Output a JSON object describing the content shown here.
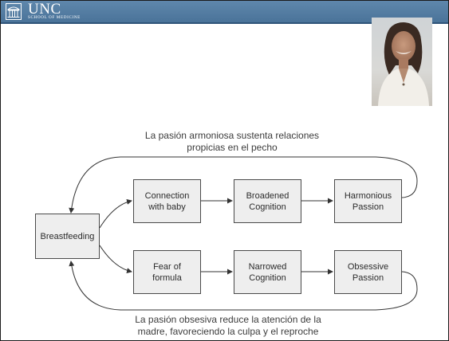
{
  "header": {
    "logo_text": "UNC",
    "subtitle": "SCHOOL OF MEDICINE",
    "logo_icon": "old-well-icon"
  },
  "photo": {
    "description_icon": "presenter-photo"
  },
  "colors": {
    "header": "#4a7399",
    "box_fill": "#eeeeee",
    "box_border": "#4a4a4a",
    "arrow": "#333333"
  },
  "captions": {
    "top": [
      "La pasión armoniosa sustenta relaciones",
      "propicias en el pecho"
    ],
    "bottom": [
      "La pasión obsesiva reduce la atención de la",
      "madre, favoreciendo la culpa y el reproche"
    ]
  },
  "nodes": {
    "breastfeeding": "Breastfeeding",
    "connection": [
      "Connection",
      "with baby"
    ],
    "broadened": [
      "Broadened",
      "Cognition"
    ],
    "harmonious": [
      "Harmonious",
      "Passion"
    ],
    "fear": [
      "Fear of",
      "formula"
    ],
    "narrowed": [
      "Narrowed",
      "Cognition"
    ],
    "obsessive": [
      "Obsessive",
      "Passion"
    ]
  }
}
